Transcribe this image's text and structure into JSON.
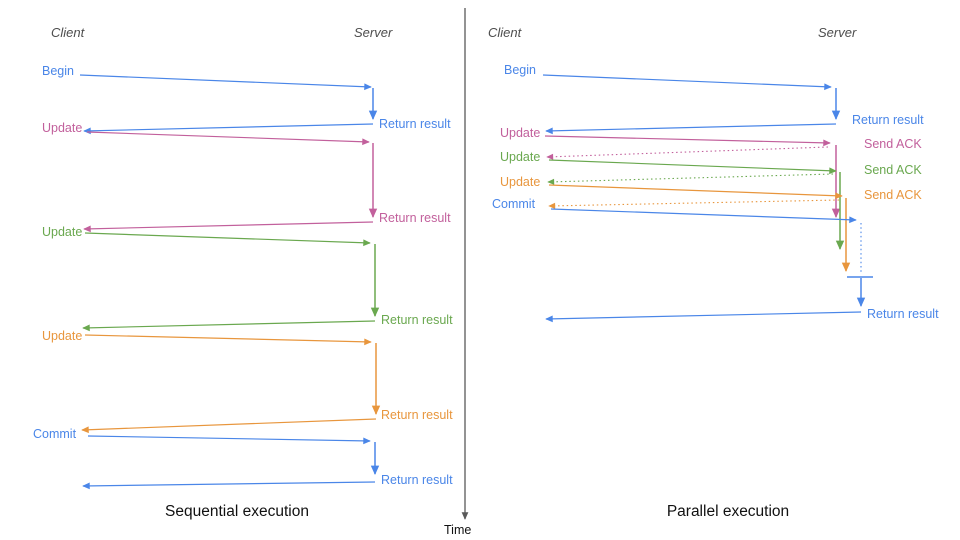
{
  "colors": {
    "blue": "#4a86e8",
    "pink": "#c2609c",
    "green": "#6aa84f",
    "orange": "#e8963d",
    "axis": "#595959",
    "heading": "#4d4d4d",
    "title": "#111111",
    "time": "#111111"
  },
  "time_label": "Time",
  "sequential": {
    "title": "Sequential execution",
    "client": "Client",
    "server": "Server",
    "steps": [
      {
        "request": "Begin",
        "response": "Return result"
      },
      {
        "request": "Update",
        "response": "Return result"
      },
      {
        "request": "Update",
        "response": "Return result"
      },
      {
        "request": "Update",
        "response": "Return result"
      },
      {
        "request": "Commit",
        "response": "Return result"
      }
    ]
  },
  "parallel": {
    "title": "Parallel execution",
    "client": "Client",
    "server": "Server",
    "steps": [
      {
        "request": "Begin",
        "response": "Return result"
      },
      {
        "request": "Update",
        "response": "Send ACK"
      },
      {
        "request": "Update",
        "response": "Send ACK"
      },
      {
        "request": "Update",
        "response": "Send ACK"
      },
      {
        "request": "Commit",
        "response": "Return result"
      }
    ]
  }
}
